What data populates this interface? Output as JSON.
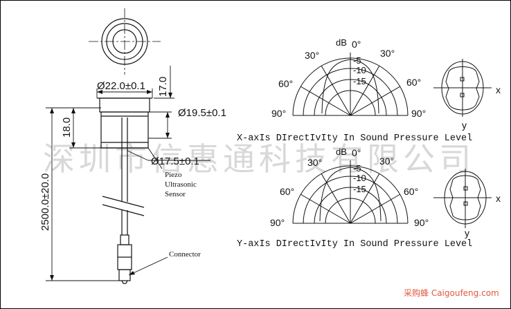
{
  "watermark": "深圳市信惠通科技有限公司",
  "brand": "采购蜂 Caigoufeng.com",
  "drawing": {
    "dim_outer_dia": "Ø22.0±0.1",
    "dim_top_height": "17.0",
    "dim_body_dia": "Ø19.5±0.1",
    "dim_body_height": "18.0",
    "dim_inner_dia": "Ø17.5±0.1",
    "dim_cable_length": "2500.0±20.0",
    "sensor_label": [
      "Piezo",
      "Ultrasonic",
      "Sensor"
    ],
    "connector_label": "Connector"
  },
  "charts": [
    {
      "caption": "X-axIs DIrectIvIty In Sound Pressure Level",
      "db_unit": "dB",
      "db_rings": [
        "-5",
        "-10",
        "-15"
      ],
      "angles": [
        "0°",
        "30°",
        "30°",
        "60°",
        "60°",
        "90°",
        "90°"
      ],
      "axis_x": "x",
      "axis_y": "y"
    },
    {
      "caption": "Y-axIs DIrectIvIty In Sound Pressure Level",
      "db_unit": "dB",
      "db_rings": [
        "-5",
        "-10",
        "-15"
      ],
      "angles": [
        "0°",
        "30°",
        "30°",
        "60°",
        "60°",
        "90°",
        "90°"
      ],
      "axis_x": "x",
      "axis_y": "y"
    }
  ]
}
